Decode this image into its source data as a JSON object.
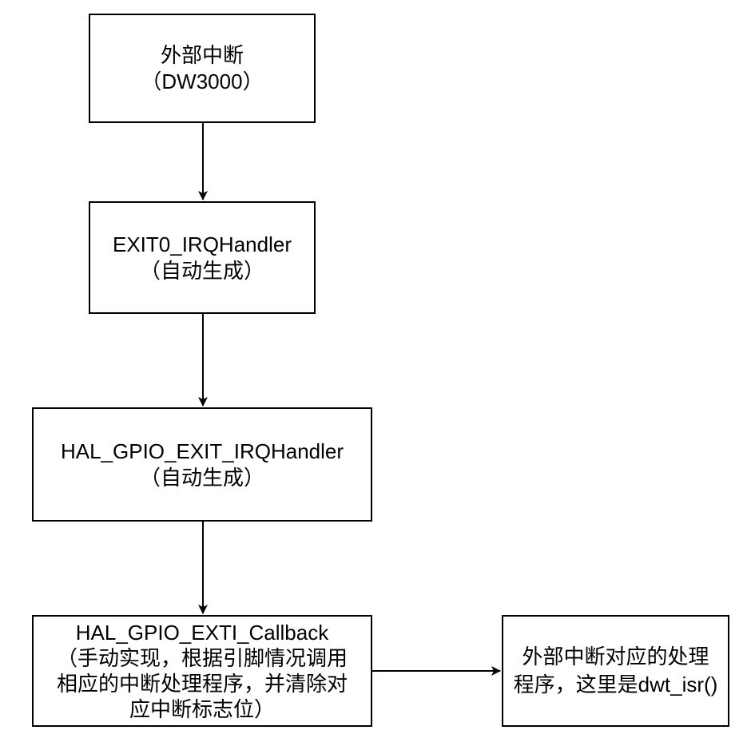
{
  "nodes": {
    "ext_interrupt": "外部中断\n（DW3000）",
    "exti0_irq_handler": "EXIT0_IRQHandler\n（自动生成）",
    "hal_gpio_exti_irq_handler": "HAL_GPIO_EXIT_IRQHandler\n（自动生成）",
    "hal_gpio_exti_callback": "HAL_GPIO_EXTI_Callback\n（手动实现，根据引脚情况调用\n相应的中断处理程序，并清除对\n应中断标志位）",
    "interrupt_handler": "外部中断对应的处理\n程序，这里是dwt_isr()"
  },
  "edges": [
    {
      "from": "ext_interrupt",
      "to": "exti0_irq_handler"
    },
    {
      "from": "exti0_irq_handler",
      "to": "hal_gpio_exti_irq_handler"
    },
    {
      "from": "hal_gpio_exti_irq_handler",
      "to": "hal_gpio_exti_callback"
    },
    {
      "from": "hal_gpio_exti_callback",
      "to": "interrupt_handler"
    }
  ],
  "colors": {
    "stroke": "#000000",
    "fill": "#ffffff",
    "text": "#000000"
  }
}
